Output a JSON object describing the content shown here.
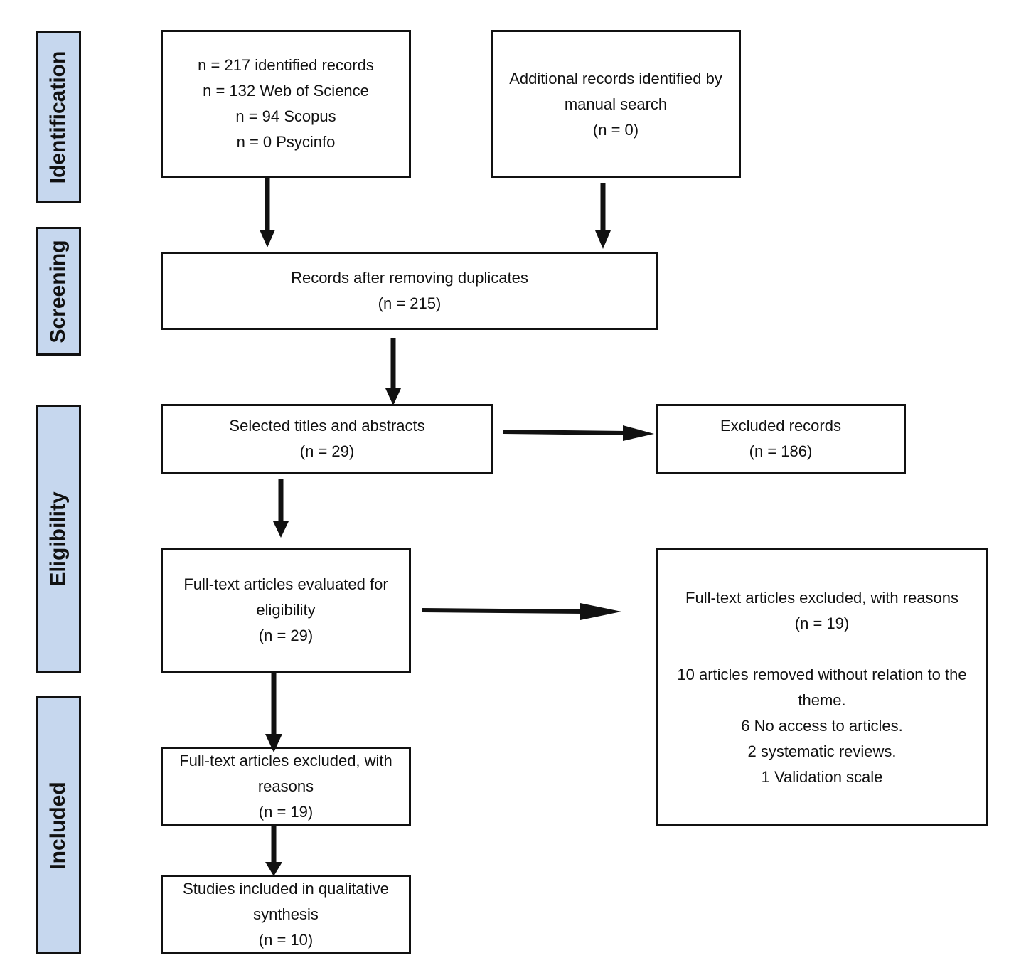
{
  "stages": {
    "identification": "Identification",
    "screening": "Screening",
    "eligibility": "Eligibility",
    "included": "Included"
  },
  "boxes": {
    "database_search": {
      "lines": [
        "n = 217 identified records",
        "n = 132 Web of Science",
        "n = 94 Scopus",
        "n = 0 Psycinfo"
      ]
    },
    "manual_search": {
      "lines": [
        "Additional records identified by",
        "manual search",
        "(n = 0)"
      ]
    },
    "after_duplicates": {
      "lines": [
        "Records after removing duplicates",
        "(n = 215)"
      ]
    },
    "selected_titles": {
      "lines": [
        "Selected titles and abstracts",
        "(n = 29)"
      ]
    },
    "excluded_records": {
      "lines": [
        "Excluded records",
        "(n = 186)"
      ]
    },
    "fulltext_evaluated": {
      "lines": [
        "Full-text articles evaluated for",
        "eligibility",
        "(n = 29)"
      ]
    },
    "fulltext_excluded_reasons": {
      "header": [
        "Full-text articles excluded, with reasons",
        "(n = 19)"
      ],
      "reasons": [
        "10 articles removed without relation to the",
        "theme.",
        "6 No access to articles.",
        "2 systematic reviews.",
        "1 Validation scale"
      ]
    },
    "fulltext_excluded_small": {
      "lines": [
        "Full-text articles excluded, with",
        "reasons",
        "(n = 19)"
      ]
    },
    "qualitative_synthesis": {
      "lines": [
        "Studies included in qualitative",
        "synthesis",
        "(n = 10)"
      ]
    }
  },
  "colors": {
    "stage_fill": "#c6d7ee",
    "stroke": "#111111"
  }
}
